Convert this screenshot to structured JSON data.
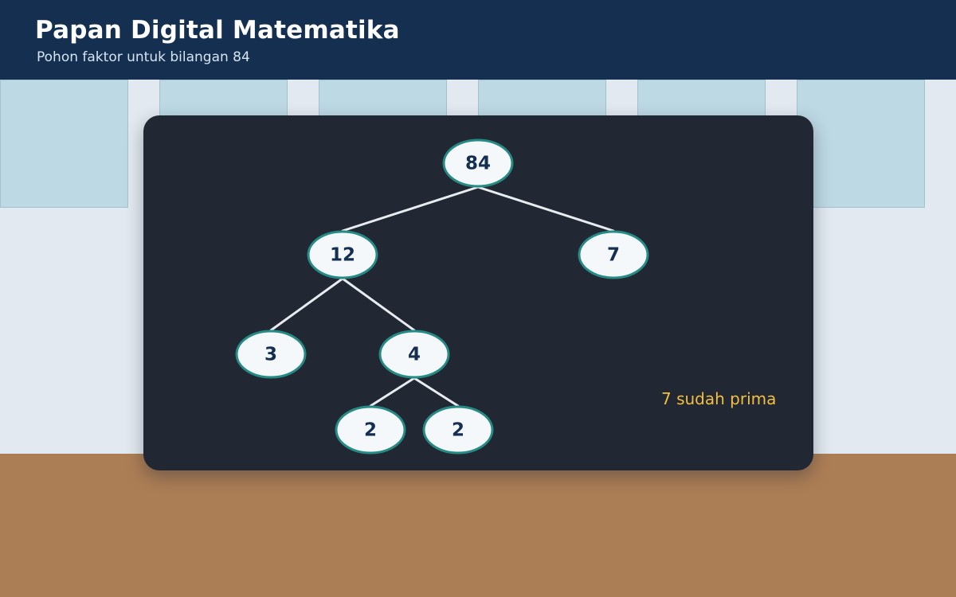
{
  "header": {
    "title": "Papan Digital Matematika",
    "subtitle": "Pohon faktor untuk bilangan 84"
  },
  "tree": {
    "nodes": [
      {
        "id": "n84",
        "label": "84"
      },
      {
        "id": "n12",
        "label": "12"
      },
      {
        "id": "n7",
        "label": "7"
      },
      {
        "id": "n3",
        "label": "3"
      },
      {
        "id": "n4",
        "label": "4"
      },
      {
        "id": "n2a",
        "label": "2"
      },
      {
        "id": "n2b",
        "label": "2"
      }
    ],
    "edges": [
      [
        "n84",
        "n12"
      ],
      [
        "n84",
        "n7"
      ],
      [
        "n12",
        "n3"
      ],
      [
        "n12",
        "n4"
      ],
      [
        "n4",
        "n2a"
      ],
      [
        "n4",
        "n2b"
      ]
    ]
  },
  "note": "7 sudah prima",
  "colors": {
    "header_bg": "#142f50",
    "board_bg": "#212833",
    "node_fill": "#f4f8fb",
    "node_stroke": "#268a85",
    "node_text": "#142f50",
    "edge": "#e8ecf1",
    "note": "#f3bf3f",
    "floor": "#ac7e56",
    "wall": "#e2e9f0",
    "window": "#bdd9e4"
  }
}
